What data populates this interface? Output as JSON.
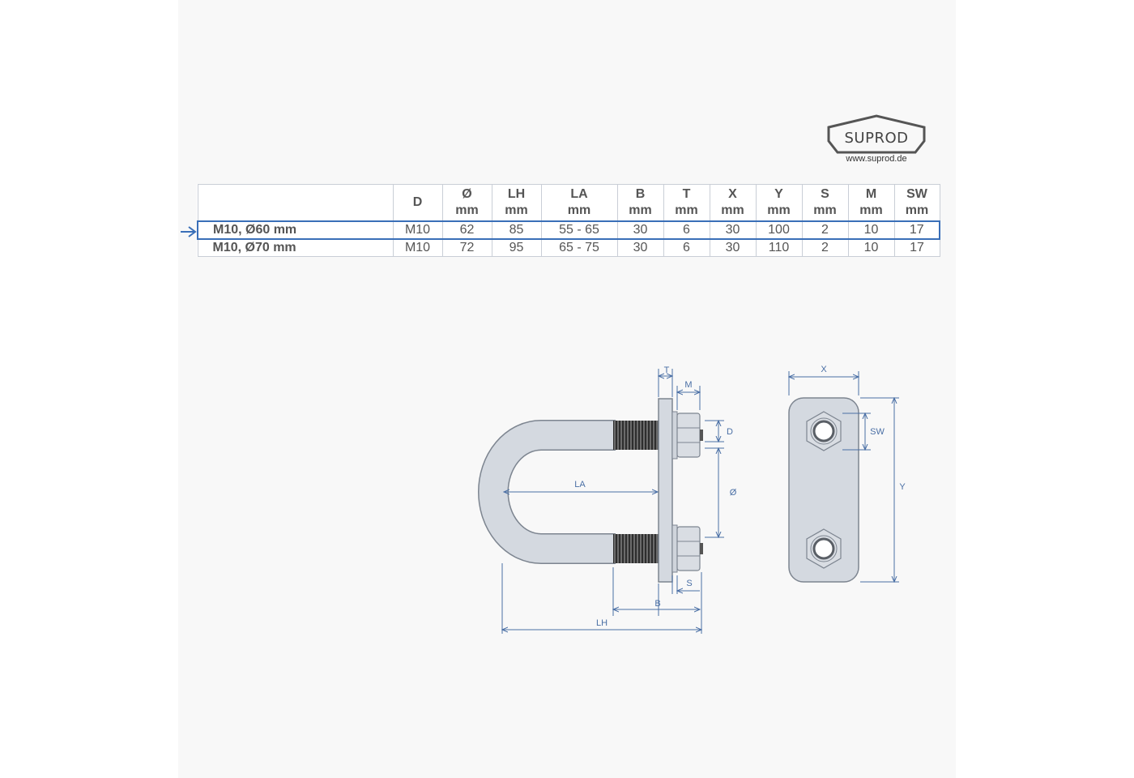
{
  "logo": {
    "name": "SUPROD",
    "url": "www.suprod.de"
  },
  "table": {
    "columns": [
      {
        "label": "",
        "unit": ""
      },
      {
        "label": "D",
        "unit": ""
      },
      {
        "label": "Ø",
        "unit": "mm"
      },
      {
        "label": "LH",
        "unit": "mm"
      },
      {
        "label": "LA",
        "unit": "mm"
      },
      {
        "label": "B",
        "unit": "mm"
      },
      {
        "label": "T",
        "unit": "mm"
      },
      {
        "label": "X",
        "unit": "mm"
      },
      {
        "label": "Y",
        "unit": "mm"
      },
      {
        "label": "S",
        "unit": "mm"
      },
      {
        "label": "M",
        "unit": "mm"
      },
      {
        "label": "SW",
        "unit": "mm"
      }
    ],
    "rows": [
      {
        "selected": true,
        "cells": [
          "M10, Ø60 mm",
          "M10",
          "62",
          "85",
          "55 - 65",
          "30",
          "6",
          "30",
          "100",
          "2",
          "10",
          "17"
        ]
      },
      {
        "selected": false,
        "cells": [
          "M10, Ø70 mm",
          "M10",
          "72",
          "95",
          "65 - 75",
          "30",
          "6",
          "30",
          "110",
          "2",
          "10",
          "17"
        ]
      }
    ]
  },
  "drawing": {
    "labels": {
      "T": "T",
      "M": "M",
      "D": "D",
      "diameter": "Ø",
      "LA": "LA",
      "S": "S",
      "B": "B",
      "LH": "LH",
      "X": "X",
      "SW": "SW",
      "Y": "Y"
    },
    "colors": {
      "dimension": "#4a6fa5",
      "metal": "#d4d9e0",
      "outline": "#7d8590",
      "thread": "#3c3c3c"
    }
  },
  "icons": {
    "selection": "arrow-right-icon"
  }
}
